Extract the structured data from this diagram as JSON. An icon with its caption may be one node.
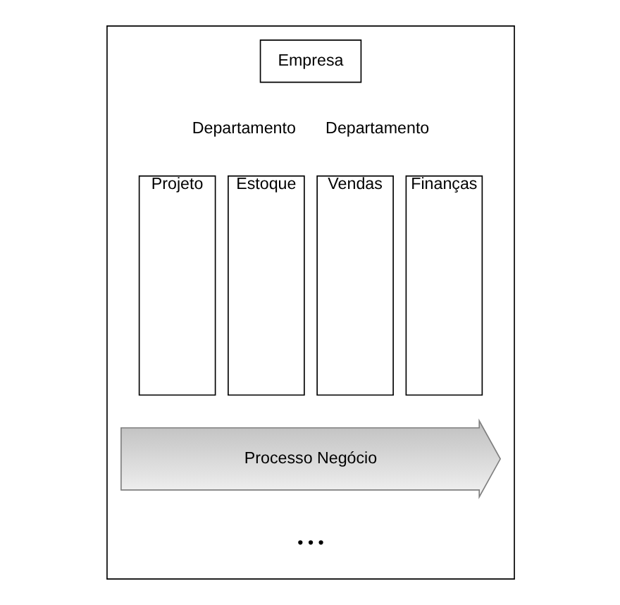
{
  "diagram": {
    "nodes": [
      {
        "text": [],
        "shape": "box"
      },
      {
        "text": [
          "Empresa"
        ],
        "in": 0
      },
      {
        "text": [
          "Projeto"
        ],
        "in": 0
      },
      {
        "text": [
          "Estoque"
        ],
        "in": 0
      },
      {
        "text": [
          "Vendas"
        ],
        "in": 0
      },
      {
        "text": [
          "Finanças"
        ],
        "in": 0
      },
      {
        "text": [
          "Processo Negócio"
        ],
        "in": 0
      }
    ],
    "edges": [],
    "labels": [
      "Departamento",
      "Departamento",
      "• • •"
    ]
  }
}
